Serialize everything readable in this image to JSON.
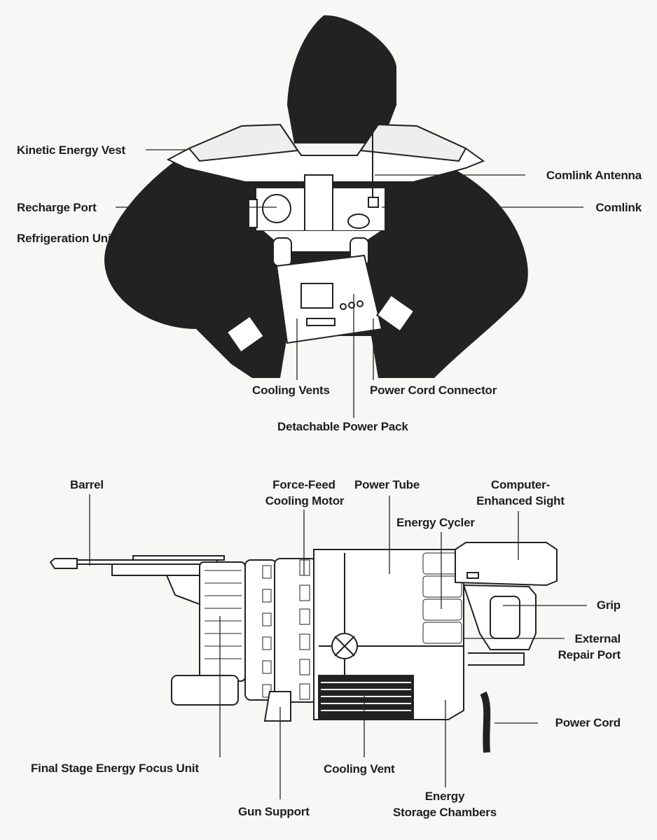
{
  "figure_top": {
    "subject": "Figure wearing kinetic energy vest",
    "labels": {
      "kinetic_energy_vest": "Kinetic Energy Vest",
      "recharge_port": "Recharge Port",
      "refrigeration_unit": "Refrigeration Unit",
      "comlink_antenna": "Comlink Antenna",
      "comlink": "Comlink",
      "cooling_vents": "Cooling Vents",
      "power_cord_connector": "Power Cord Connector",
      "detachable_power_pack": "Detachable Power Pack"
    }
  },
  "figure_bottom": {
    "subject": "Energy weapon side view",
    "labels": {
      "barrel": "Barrel",
      "force_feed_1": "Force-Feed",
      "force_feed_2": "Cooling Motor",
      "power_tube": "Power Tube",
      "sight_1": "Computer-",
      "sight_2": "Enhanced Sight",
      "energy_cycler": "Energy Cycler",
      "grip": "Grip",
      "repair_1": "External",
      "repair_2": "Repair Port",
      "power_cord": "Power Cord",
      "focus_unit": "Final Stage Energy Focus Unit",
      "cooling_vent": "Cooling Vent",
      "gun_support": "Gun Support",
      "storage_1": "Energy",
      "storage_2": "Storage Chambers"
    }
  },
  "colors": {
    "ink": "#1e1e1e",
    "silhouette": "#222222",
    "paper": "#f7f7f5"
  }
}
